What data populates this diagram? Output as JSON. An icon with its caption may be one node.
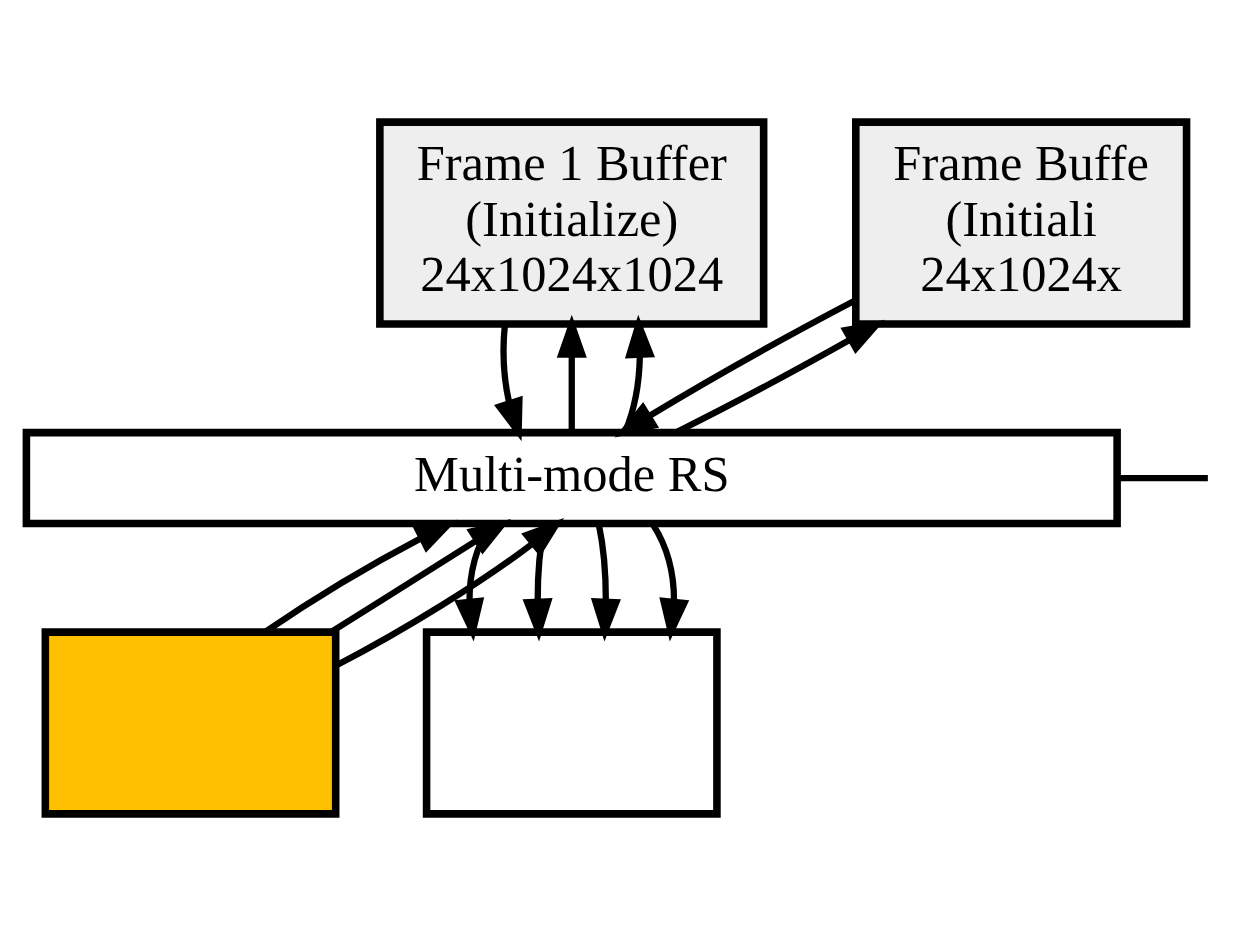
{
  "diagram": {
    "nodes": [
      {
        "text": [
          "Frame 1 Buffer (Initialize) 24x1024x1024"
        ]
      },
      {
        "text": [
          "Frame Buffe (Initiali 24x1024x"
        ]
      },
      {
        "text": [
          "Multi-mode RS"
        ]
      },
      {
        "text": [],
        "shape": "box"
      },
      {
        "text": [],
        "shape": "box"
      }
    ],
    "edges": [
      {
        "from": 0,
        "to": 2,
        "arrow": "to"
      },
      {
        "from": 2,
        "to": 0,
        "arrow": "to"
      },
      {
        "from": 2,
        "to": 0,
        "arrow": "to"
      },
      {
        "from": 1,
        "to": 2,
        "arrow": "to"
      },
      {
        "from": 2,
        "to": 1,
        "arrow": "to"
      },
      {
        "from": 2,
        "to": null,
        "arrow": "none"
      },
      {
        "from": 3,
        "to": 2,
        "arrow": "to"
      },
      {
        "from": 3,
        "to": 2,
        "arrow": "to"
      },
      {
        "from": 3,
        "to": 2,
        "arrow": "to"
      },
      {
        "from": 2,
        "to": 4,
        "arrow": "to"
      },
      {
        "from": 2,
        "to": 4,
        "arrow": "to"
      },
      {
        "from": 2,
        "to": 4,
        "arrow": "to"
      },
      {
        "from": 2,
        "to": 4,
        "arrow": "to"
      }
    ]
  }
}
